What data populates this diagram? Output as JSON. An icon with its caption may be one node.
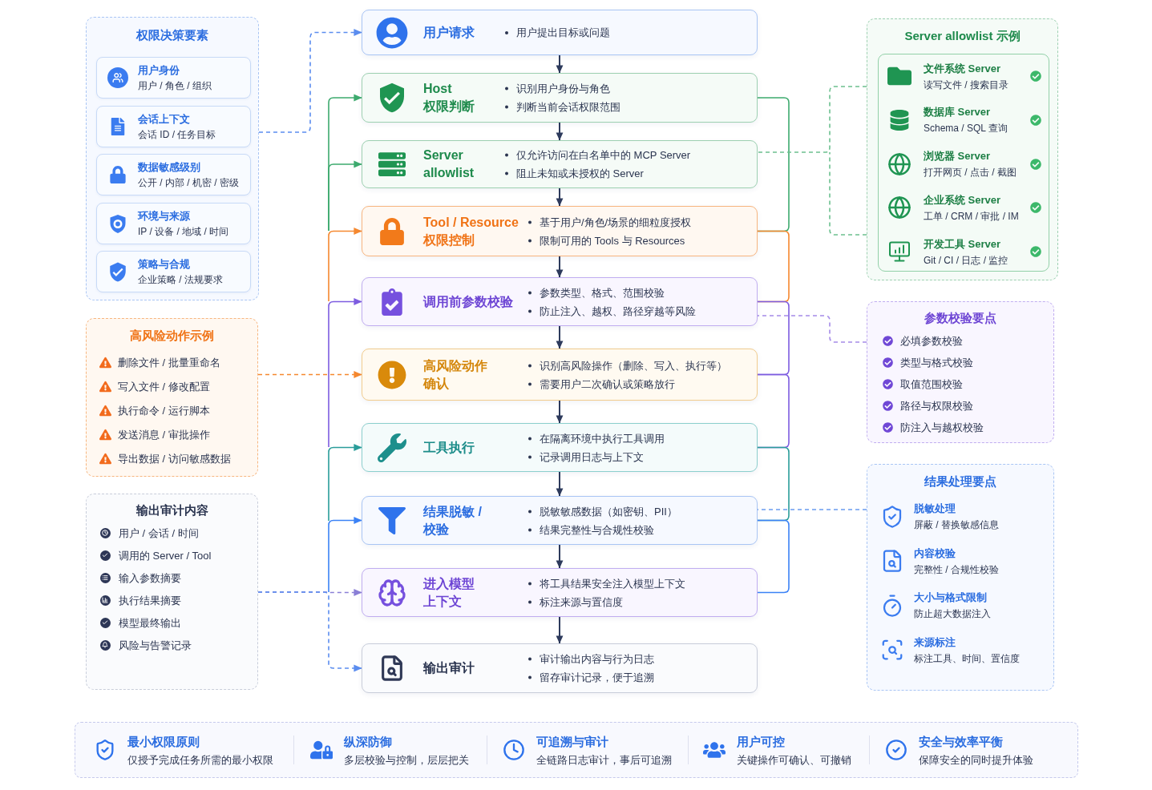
{
  "diagram": {
    "nodes": [
      {
        "text": [
          "权限决策要素"
        ]
      },
      {
        "text": [
          "用户身份",
          "用户 / 角色 / 组织"
        ],
        "in": 0
      },
      {
        "text": [
          "会话上下文",
          "会话 ID / 任务目标"
        ],
        "in": 0
      },
      {
        "text": [
          "数据敏感级别",
          "公开 / 内部 / 机密 / 密级"
        ],
        "in": 0
      },
      {
        "text": [
          "环境与来源",
          "IP / 设备 / 地域 / 时间"
        ],
        "in": 0
      },
      {
        "text": [
          "策略与合规",
          "企业策略 / 法规要求"
        ],
        "in": 0
      },
      {
        "text": [
          "高风险动作示例",
          "删除文件 / 批量重命名",
          "写入文件 / 修改配置",
          "执行命令 / 运行脚本",
          "发送消息 / 审批操作",
          "导出数据 / 访问敏感数据"
        ]
      },
      {
        "text": [
          "输出审计内容",
          "用户 / 会话 / 时间",
          "调用的 Server / Tool",
          "输入参数摘要",
          "执行结果摘要",
          "模型最终输出",
          "风险与告警记录"
        ]
      },
      {
        "text": [
          "用户请求",
          "用户提出目标或问题"
        ]
      },
      {
        "text": [
          "Host 权限判断",
          "识别用户身份与角色",
          "判断当前会话权限范围"
        ]
      },
      {
        "text": [
          "Server allowlist",
          "仅允许访问在白名单中的 MCP Server",
          "阻止未知或未授权的 Server"
        ]
      },
      {
        "text": [
          "Tool / Resource 权限控制",
          "基于用户/角色/场景的细粒度授权",
          "限制可用的 Tools 与 Resources"
        ]
      },
      {
        "text": [
          "调用前参数校验",
          "参数类型、格式、范围校验",
          "防止注入、越权、路径穿越等风险"
        ]
      },
      {
        "text": [
          "高风险动作确认",
          "识别高风险操作（删除、写入、执行等）",
          "需要用户二次确认或策略放行"
        ]
      },
      {
        "text": [
          "工具执行",
          "在隔离环境中执行工具调用",
          "记录调用日志与上下文"
        ]
      },
      {
        "text": [
          "结果脱敏 / 校验",
          "脱敏敏感数据（如密钥、PII）",
          "结果完整性与合规性校验"
        ]
      },
      {
        "text": [
          "进入模型上下文",
          "将工具结果安全注入模型上下文",
          "标注来源与置信度"
        ]
      },
      {
        "text": [
          "输出审计",
          "审计输出内容与行为日志",
          "留存审计记录，便于追溯"
        ]
      },
      {
        "text": [
          "Server allowlist 示例"
        ]
      },
      {
        "text": [
          "文件系统 Server",
          "读写文件 / 搜索目录",
          "数据库 Server",
          "Schema / SQL 查询",
          "浏览器 Server",
          "打开网页 / 点击 / 截图",
          "企业系统 Server",
          "工单 / CRM / 审批 / IM",
          "开发工具 Server",
          "Git / CI / 日志 / 监控"
        ],
        "in": 18
      },
      {
        "text": [
          "参数校验要点",
          "必填参数校验",
          "类型与格式校验",
          "取值范围校验",
          "路径与权限校验",
          "防注入与越权校验"
        ]
      },
      {
        "text": [
          "结果处理要点",
          "脱敏处理",
          "屏蔽 / 替换敏感信息",
          "内容校验",
          "完整性 / 合规性校验",
          "大小与格式限制",
          "防止超大数据注入",
          "来源标注",
          "标注工具、时间、置信度"
        ]
      },
      {
        "text": [
          "最小权限原则",
          "仅授予完成任务所需的最小权限",
          "纵深防御",
          "多层校验与控制，层层把关",
          "可追溯与审计",
          "全链路日志审计，事后可追溯",
          "用户可控",
          "关键操作可确认、可撤销",
          "安全与效率平衡",
          "保障安全的同时提升体验"
        ]
      }
    ],
    "edges": [
      {
        "from": 8,
        "to": 9,
        "arrow": "to"
      },
      {
        "from": 9,
        "to": 10,
        "arrow": "to"
      },
      {
        "from": 10,
        "to": 11,
        "arrow": "to"
      },
      {
        "from": 11,
        "to": 12,
        "arrow": "to"
      },
      {
        "from": 12,
        "to": 13,
        "arrow": "to"
      },
      {
        "from": 13,
        "to": 14,
        "arrow": "to"
      },
      {
        "from": 14,
        "to": 15,
        "arrow": "to"
      },
      {
        "from": 15,
        "to": 16,
        "arrow": "to"
      },
      {
        "from": 16,
        "to": 17,
        "arrow": "to"
      },
      {
        "from": 0,
        "to": 8,
        "arrow": "to",
        "style": "dashed",
        "color": "#5b8def"
      },
      {
        "from": null,
        "to": 9,
        "arrow": "to",
        "color": "#3daa6e"
      },
      {
        "from": null,
        "to": 10,
        "arrow": "to",
        "color": "#3daa6e"
      },
      {
        "from": null,
        "to": 11,
        "arrow": "to",
        "color": "#f5882f"
      },
      {
        "from": null,
        "to": 12,
        "arrow": "to",
        "color": "#7d5ce0"
      },
      {
        "from": 6,
        "to": 13,
        "arrow": "to",
        "style": "dashed",
        "color": "#f5882f"
      },
      {
        "from": null,
        "to": 14,
        "arrow": "to",
        "color": "#2a9d9a"
      },
      {
        "from": null,
        "to": 15,
        "arrow": "to",
        "color": "#3b82f6"
      },
      {
        "from": 7,
        "to": 16,
        "arrow": "to",
        "style": "dashed",
        "color": "#8a7fd6"
      },
      {
        "from": 7,
        "to": 17,
        "arrow": "to",
        "style": "dashed",
        "color": "#5b8def"
      },
      {
        "from": 9,
        "to": 11,
        "arrow": "none",
        "color": "#3daa6e"
      },
      {
        "from": 11,
        "to": 12,
        "arrow": "none",
        "color": "#f5882f"
      },
      {
        "from": 12,
        "to": 13,
        "arrow": "none",
        "color": "#7d5ce0"
      },
      {
        "from": 13,
        "to": 14,
        "arrow": "none",
        "color": "#7d5ce0"
      },
      {
        "from": 14,
        "to": 15,
        "arrow": "none",
        "color": "#2a9d9a"
      },
      {
        "from": 15,
        "to": 16,
        "arrow": "none",
        "color": "#3b82f6"
      },
      {
        "from": 18,
        "to": 10,
        "arrow": "none",
        "style": "dashed",
        "color": "#6cc08f"
      },
      {
        "from": 20,
        "to": 12,
        "arrow": "none",
        "style": "dashed",
        "color": "#a58be8"
      },
      {
        "from": 21,
        "to": 15,
        "arrow": "none",
        "style": "dashed",
        "color": "#6a9cf0"
      }
    ]
  }
}
